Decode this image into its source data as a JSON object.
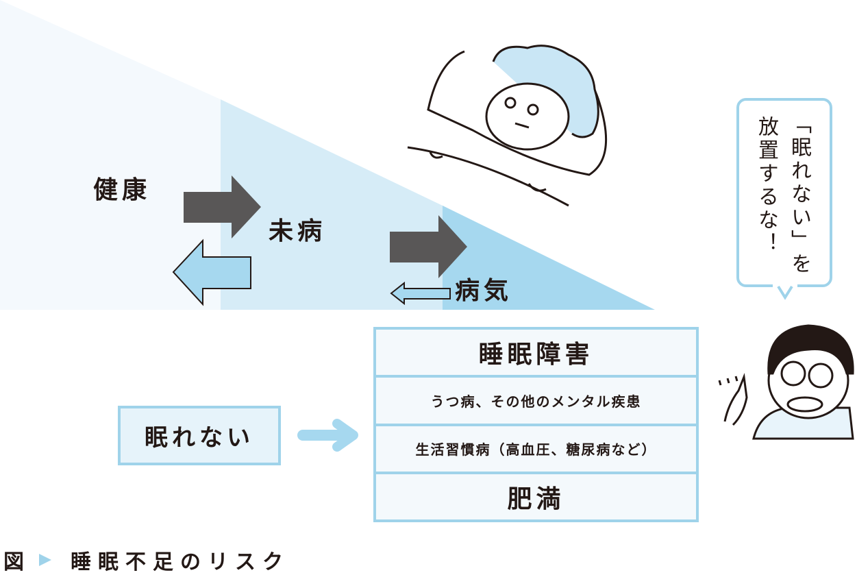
{
  "diagram": {
    "stages": [
      {
        "id": "healthy",
        "label": "健康",
        "color": "#f4f9fd"
      },
      {
        "id": "pre-disease",
        "label": "未病",
        "color": "#d6ecf7"
      },
      {
        "id": "disease",
        "label": "病気",
        "color": "#a6d8ef"
      }
    ],
    "arrows": {
      "forward_color": "#595757",
      "backward_color": "#a6d8ef",
      "cause_arrow_color": "#a6d8ef"
    },
    "cause_label": "眠れない",
    "risks": [
      {
        "label": "睡眠障害",
        "size": "big"
      },
      {
        "label": "うつ病、その他のメンタル疾患",
        "size": "small"
      },
      {
        "label": "生活習慣病（高血圧、糖尿病など）",
        "size": "small"
      },
      {
        "label": "肥満",
        "size": "big"
      }
    ],
    "speech_bubble": {
      "line1": "「眠れない」を",
      "line2": "放置するな！"
    },
    "illustrations": {
      "sleepless_person": "person-lying-awake-in-bed-illustration",
      "warning_doctor": "doctor-wagging-finger-illustration"
    }
  },
  "caption": {
    "fig_label": "図",
    "marker": "triangle-right-icon",
    "title": "睡眠不足のリスク"
  }
}
